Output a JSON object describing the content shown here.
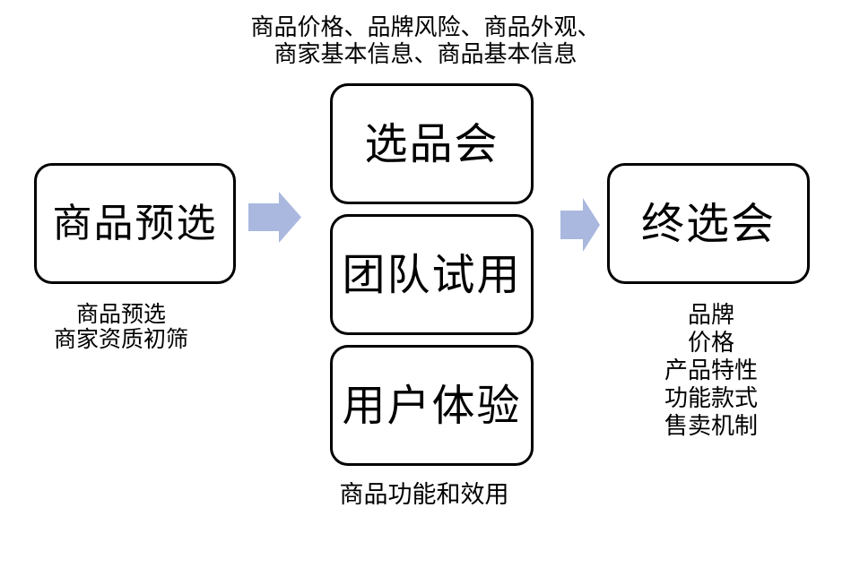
{
  "diagram": {
    "top_note": {
      "line1": "商品价格、品牌风险、商品外观、",
      "line2": "商家基本信息、商品基本信息"
    },
    "stage1": {
      "box_label": "商品预选",
      "caption_line1": "商品预选",
      "caption_line2": "商家资质初筛"
    },
    "stage2": {
      "boxes": [
        {
          "label": "选品会"
        },
        {
          "label": "团队试用"
        },
        {
          "label": "用户体验"
        }
      ],
      "caption": "商品功能和效用"
    },
    "stage3": {
      "box_label": "终选会",
      "criteria": [
        "品牌",
        "价格",
        "产品特性",
        "功能款式",
        "售卖机制"
      ]
    },
    "colors": {
      "arrow": "#aab8df",
      "box_border": "#000000",
      "text": "#000000",
      "background": "#ffffff"
    }
  }
}
